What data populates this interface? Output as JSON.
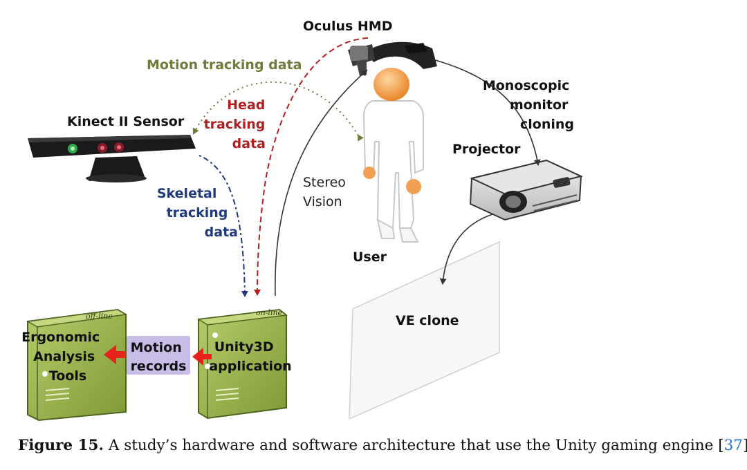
{
  "labels": {
    "oculus": "Oculus HMD",
    "motion_tracking": "Motion tracking data",
    "head_tracking": [
      "Head",
      "tracking",
      "data"
    ],
    "kinect": "Kinect II Sensor",
    "skeletal_tracking": [
      "Skeletal",
      "tracking",
      "data"
    ],
    "stereo_vision": [
      "Stereo",
      "Vision"
    ],
    "user": "User",
    "monoscopic": [
      "Monoscopic",
      "monitor",
      "cloning"
    ],
    "projector": "Projector",
    "ve_clone": "VE clone",
    "offline": "off-line",
    "online": "on-line",
    "ergonomic": [
      "Ergonomic",
      "Analysis",
      "Tools"
    ],
    "motion_records": [
      "Motion",
      "records"
    ],
    "unity": [
      "Unity3D",
      "application"
    ]
  },
  "caption": {
    "label": "Figure 15.",
    "text": " A study’s hardware and software architecture that use the Unity gaming engine [",
    "ref": "37",
    "end": "]."
  },
  "colors": {
    "motion_tracking": "#6e7b3a",
    "head_tracking": "#b01e1e",
    "skeletal_tracking": "#1f3a7a",
    "server_green": "#95b24a",
    "records_box": "#c8bde6",
    "red_arrow": "#e8221c",
    "skin": "#f0a050"
  }
}
